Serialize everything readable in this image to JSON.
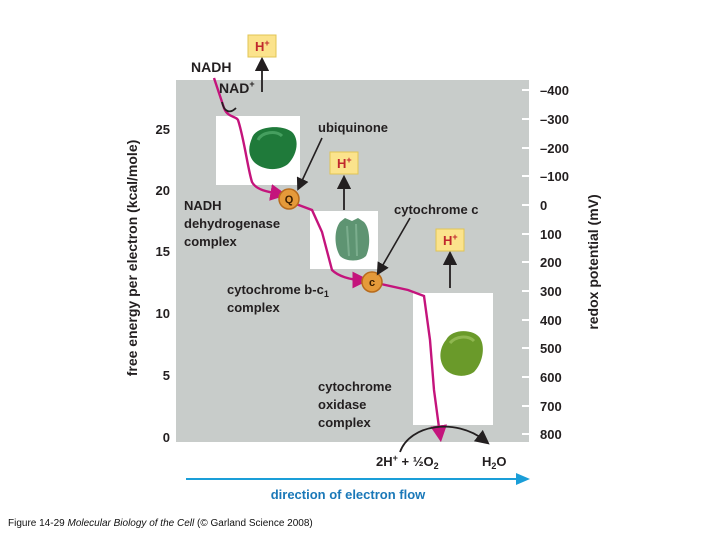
{
  "axes": {
    "left_label": "free energy per electron (kcal/mole)",
    "left_ticks": [
      "0",
      "5",
      "10",
      "15",
      "20",
      "25"
    ],
    "right_label": "redox potential (mV)",
    "right_ticks": [
      "–400",
      "–300",
      "–200",
      "–100",
      "0",
      "100",
      "200",
      "300",
      "400",
      "500",
      "600",
      "700",
      "800"
    ],
    "bottom_label": "direction of electron flow"
  },
  "labels": {
    "nadh": "NADH",
    "nad": "NAD",
    "nad_sup": "+",
    "ubiquinone": "ubiquinone",
    "cytochrome_c": "cytochrome c",
    "complex1_line1": "NADH",
    "complex1_line2": "dehydrogenase",
    "complex1_line3": "complex",
    "complex2_line1": "cytochrome b-c",
    "complex2_sub": "1",
    "complex2_line2": "complex",
    "complex3_line1": "cytochrome",
    "complex3_line2": "oxidase",
    "complex3_line3": "complex",
    "reactant_main": "2H",
    "reactant_sup": "+",
    "reactant_rest": " + ½O",
    "reactant_sub": "2",
    "product_main": "H",
    "product_sub": "2",
    "product_rest": "O"
  },
  "proton": {
    "main": "H",
    "sup": "+"
  },
  "carriers": {
    "q": "Q",
    "c": "c"
  },
  "colors": {
    "panel": "#c8ccca",
    "electron_path": "#c4147c",
    "flow_arrow": "#1a9ed8",
    "proton_box": "#fbe38c",
    "complex1": "#1f7a3a",
    "complex2": "#5e9472",
    "complex3": "#6a9a2a",
    "carrier": "#e59a3a"
  },
  "caption": {
    "figure": "Figure 14-29",
    "book": "Molecular Biology of the Cell",
    "credit": " (© Garland Science 2008)"
  }
}
